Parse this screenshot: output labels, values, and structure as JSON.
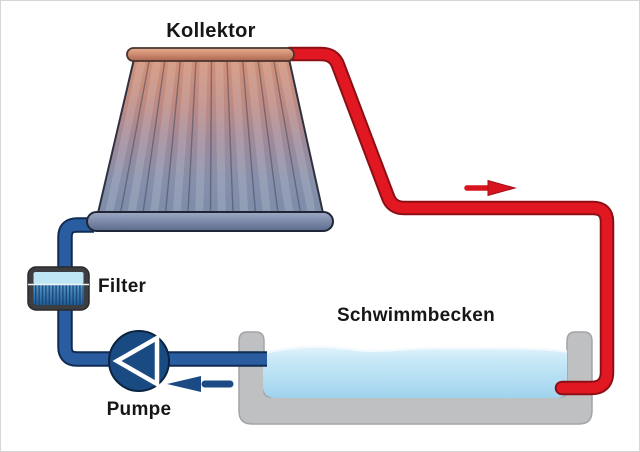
{
  "components": {
    "collector": {
      "label": "Kollektor"
    },
    "filter": {
      "label": "Filter"
    },
    "pump": {
      "label": "Pumpe"
    },
    "pool": {
      "label": "Schwimmbecken"
    }
  },
  "arrows": {
    "hot_flow": {
      "direction": "right",
      "color": "#e11821"
    },
    "cold_flow": {
      "direction": "left",
      "color": "#1c4b83"
    }
  },
  "colors": {
    "hot_pipe": "#e11821",
    "hot_pipe_outline": "#8c0f15",
    "cold_pipe": "#2a5da0",
    "cold_pipe_outline": "#0f2c52",
    "pump_body": "#1a4a82",
    "water_top": "#e2f3fb",
    "water_bottom": "#9fd3ed",
    "pool_basin": "#bec0c2",
    "collector_hot": "#d29178",
    "collector_cold": "#7e8caa",
    "label_text": "#161616"
  }
}
